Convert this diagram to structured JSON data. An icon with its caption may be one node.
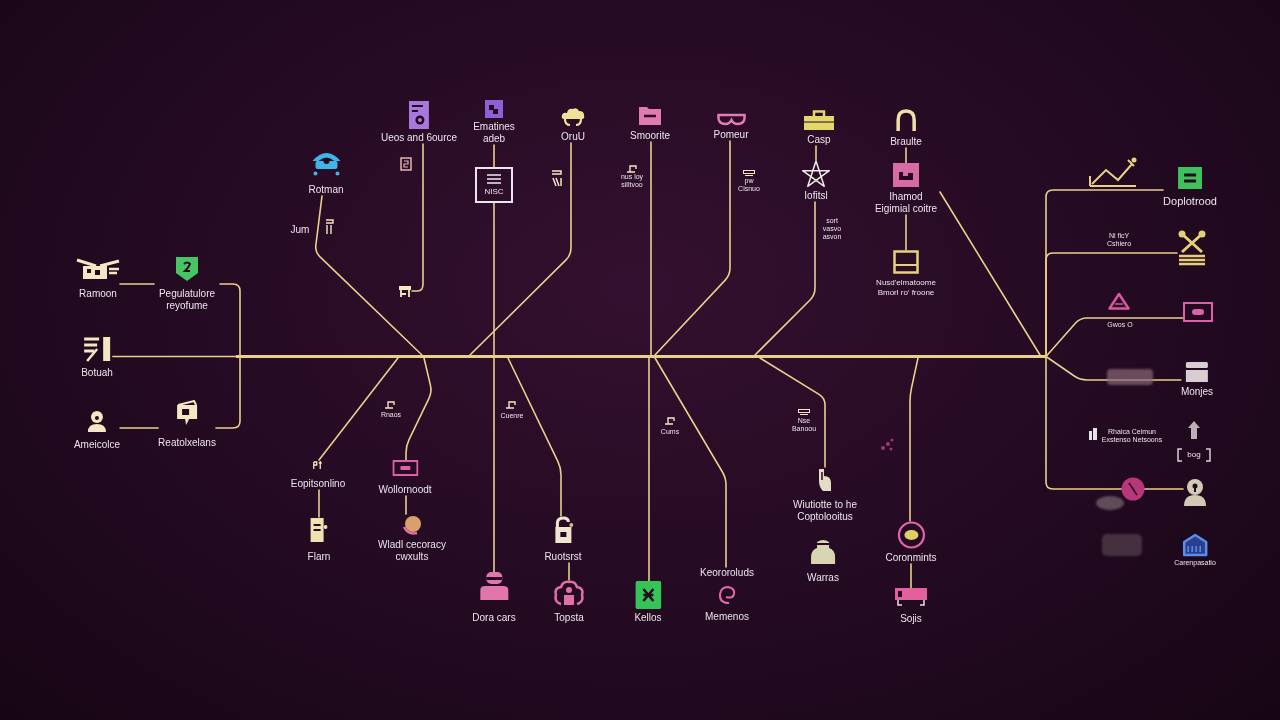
{
  "diagram": {
    "nodes": [
      {
        "text": [
          "Ueos and 6ource"
        ]
      },
      {
        "text": [
          "Ematines adeb"
        ]
      },
      {
        "text": [
          "OruU"
        ]
      },
      {
        "text": [
          "Smoorite"
        ]
      },
      {
        "text": [
          "Pomeur"
        ]
      },
      {
        "text": [
          "Casp"
        ]
      },
      {
        "text": [
          "Braulte"
        ]
      },
      {
        "text": [
          "Rotman"
        ]
      },
      {
        "text": [
          "NISC"
        ]
      },
      {
        "text": [
          "Iofitsl"
        ]
      },
      {
        "text": [
          "Ihamod Eigimial coitre"
        ]
      },
      {
        "text": [
          "Doplotrood"
        ]
      },
      {
        "text": [],
        "shape": "picture"
      },
      {
        "text": [],
        "shape": "picture"
      },
      {
        "text": [
          "Nusd'elmatoome Bmorl ro' froone"
        ]
      },
      {
        "text": [
          "Ramoon"
        ]
      },
      {
        "text": [
          "Pegulatulore reyofume"
        ]
      },
      {
        "text": [],
        "shape": "picture"
      },
      {
        "text": [],
        "shape": "bar"
      },
      {
        "text": [
          "Botuah"
        ]
      },
      {
        "text": [
          "Monjes"
        ]
      },
      {
        "text": [
          "Ameicolce"
        ]
      },
      {
        "text": [
          "Reatolxelans"
        ]
      },
      {
        "text": [
          "Eopitsonlino"
        ]
      },
      {
        "text": [
          "Wollornoodt"
        ]
      },
      {
        "text": [
          "Wiutiotte to he Coptolooitus"
        ]
      },
      {
        "text": [],
        "shape": "picture"
      },
      {
        "text": [
          "Coronmints"
        ]
      },
      {
        "text": [
          "Flarn"
        ]
      },
      {
        "text": [
          "Wladl cecoracy cwxults"
        ]
      },
      {
        "text": [
          "Ruotsrst"
        ]
      },
      {
        "text": [
          "Warras"
        ]
      },
      {
        "text": [
          "Carenpasatio"
        ]
      },
      {
        "text": [
          "Keororoluds",
          "Memenos"
        ]
      },
      {
        "text": [
          "Dora cars"
        ]
      },
      {
        "text": [
          "Topsta"
        ]
      },
      {
        "text": [
          "Kellos"
        ]
      },
      {
        "text": [
          "Sojis"
        ]
      }
    ],
    "edges": [
      {
        "from": 7,
        "to": 18,
        "arrow": "none"
      },
      {
        "from": 0,
        "to": 13,
        "arrow": "none"
      },
      {
        "from": 1,
        "to": 8,
        "arrow": "none"
      },
      {
        "from": 8,
        "to": 18,
        "arrow": "none"
      },
      {
        "from": 18,
        "to": 34,
        "arrow": "none"
      },
      {
        "from": 2,
        "to": 18,
        "arrow": "none"
      },
      {
        "from": 3,
        "to": 18,
        "arrow": "none"
      },
      {
        "from": 4,
        "to": 18,
        "arrow": "none"
      },
      {
        "from": 5,
        "to": 9,
        "arrow": "none"
      },
      {
        "from": 9,
        "to": 18,
        "arrow": "none"
      },
      {
        "from": 6,
        "to": 10,
        "arrow": "none"
      },
      {
        "from": 10,
        "to": 14,
        "arrow": "none"
      },
      {
        "from": 10,
        "to": 18,
        "arrow": "none"
      },
      {
        "from": 18,
        "to": 11,
        "arrow": "none"
      },
      {
        "from": 18,
        "to": 12,
        "arrow": "none"
      },
      {
        "from": 18,
        "to": 17,
        "arrow": "none"
      },
      {
        "from": 18,
        "to": 20,
        "arrow": "none"
      },
      {
        "from": 18,
        "to": 26,
        "arrow": "none"
      },
      {
        "from": 15,
        "to": 16,
        "arrow": "none"
      },
      {
        "from": 16,
        "to": 18,
        "arrow": "none"
      },
      {
        "from": 19,
        "to": 18,
        "arrow": "none"
      },
      {
        "from": 21,
        "to": 22,
        "arrow": "none"
      },
      {
        "from": 22,
        "to": 18,
        "arrow": "none"
      },
      {
        "from": 18,
        "to": 23,
        "arrow": "none"
      },
      {
        "from": 23,
        "to": 28,
        "arrow": "none"
      },
      {
        "from": 18,
        "to": 24,
        "arrow": "none"
      },
      {
        "from": 24,
        "to": 29,
        "arrow": "none"
      },
      {
        "from": 18,
        "to": 30,
        "arrow": "none"
      },
      {
        "from": 30,
        "to": 35,
        "arrow": "none"
      },
      {
        "from": 18,
        "to": 36,
        "arrow": "none"
      },
      {
        "from": 18,
        "to": 33,
        "arrow": "none"
      },
      {
        "from": 18,
        "to": 25,
        "arrow": "none"
      },
      {
        "from": 18,
        "to": 27,
        "arrow": "none"
      },
      {
        "from": 27,
        "to": 37,
        "arrow": "none"
      }
    ],
    "labels": [
      "nus loy silltvoo",
      "pw Cisnuo",
      "sort vasvo asvon",
      "Jum",
      "Ni ficY Cshiero",
      "Gwos O",
      "Rnaos",
      "Cuenre",
      "Nse Banoou",
      "Cums",
      "Rhaica Ceimun Exstenso Netsoons",
      "bog"
    ]
  }
}
